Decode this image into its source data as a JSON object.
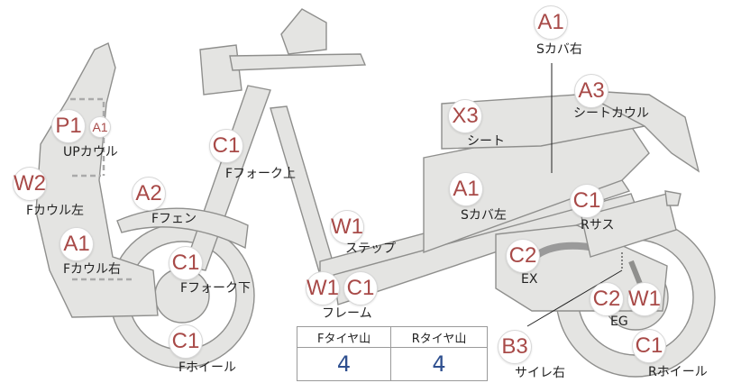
{
  "parts": [
    {
      "id": "s-cover-right",
      "label": "Sカバ右",
      "codes": [
        "A1"
      ]
    },
    {
      "id": "seat-cowl",
      "label": "シートカウル",
      "codes": [
        "A3"
      ]
    },
    {
      "id": "seat",
      "label": "シート",
      "codes": [
        "X3"
      ]
    },
    {
      "id": "up-cowl",
      "label": "UPカウル",
      "codes": [
        "P1",
        "A1"
      ]
    },
    {
      "id": "f-fork-upper",
      "label": "Fフォーク上",
      "codes": [
        "C1"
      ]
    },
    {
      "id": "f-cowl-left",
      "label": "Fカウル左",
      "codes": [
        "W2"
      ]
    },
    {
      "id": "f-fender",
      "label": "Fフェン",
      "codes": [
        "A2"
      ]
    },
    {
      "id": "s-cover-left",
      "label": "Sカバ左",
      "codes": [
        "A1"
      ]
    },
    {
      "id": "r-suspension",
      "label": "Rサス",
      "codes": [
        "C1"
      ]
    },
    {
      "id": "step",
      "label": "ステップ",
      "codes": [
        "W1"
      ]
    },
    {
      "id": "f-cowl-right",
      "label": "Fカウル右",
      "codes": [
        "A1"
      ]
    },
    {
      "id": "exhaust",
      "label": "EX",
      "codes": [
        "C2"
      ]
    },
    {
      "id": "f-fork-lower",
      "label": "Fフォーク下",
      "codes": [
        "C1"
      ]
    },
    {
      "id": "frame",
      "label": "フレーム",
      "codes": [
        "W1",
        "C1"
      ]
    },
    {
      "id": "engine",
      "label": "EG",
      "codes": [
        "C2",
        "W1"
      ]
    },
    {
      "id": "f-wheel",
      "label": "Fホイール",
      "codes": [
        "C1"
      ]
    },
    {
      "id": "silencer-right",
      "label": "サイレ右",
      "codes": [
        "B3"
      ]
    },
    {
      "id": "r-wheel",
      "label": "Rホイール",
      "codes": [
        "C1"
      ]
    }
  ],
  "tire_table": {
    "headers": [
      "Fタイヤ山",
      "Rタイヤ山"
    ],
    "values": [
      "4",
      "4"
    ]
  },
  "colors": {
    "code_text": "#a84a48",
    "tire_value": "#2e4f8f",
    "part_fill": "#e4e4e2",
    "part_stroke": "#8f8f8d"
  }
}
